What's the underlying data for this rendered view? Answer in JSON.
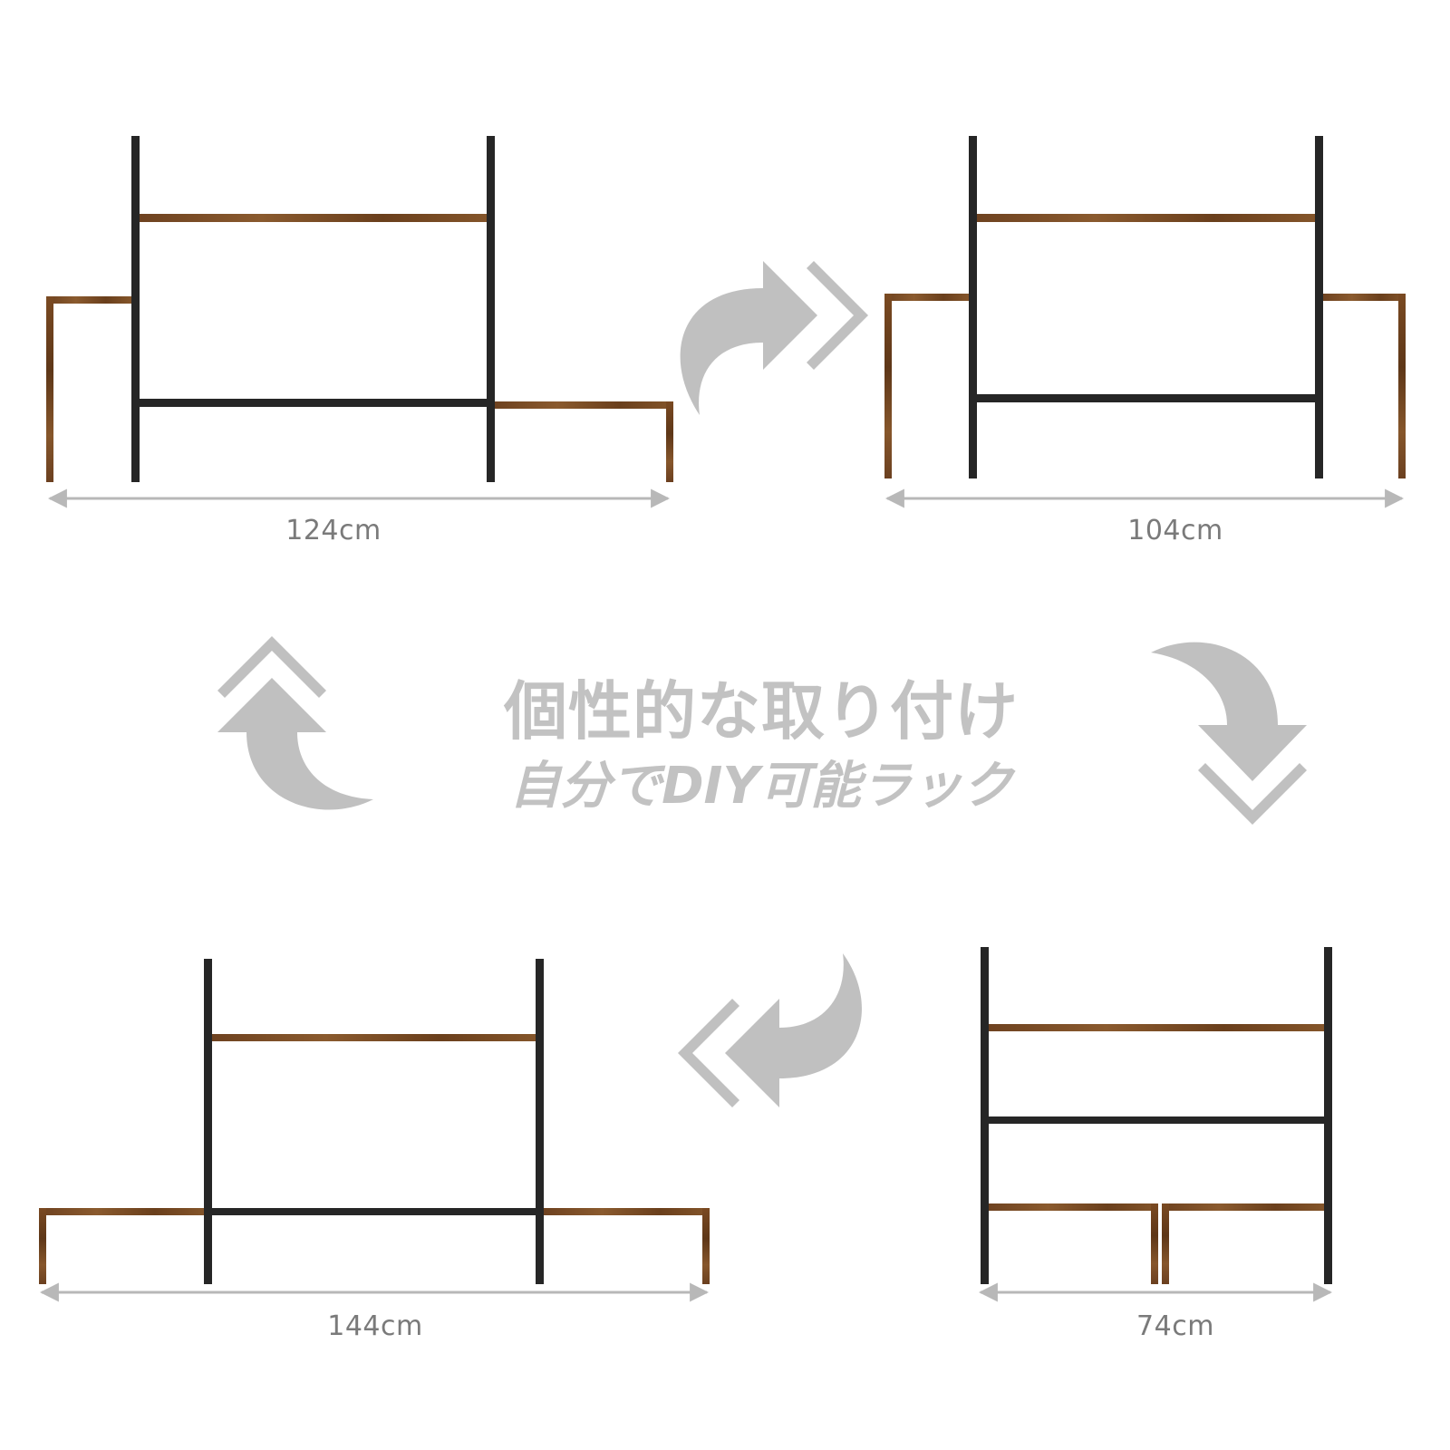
{
  "title": "個性的な取り付け",
  "subtitle": "自分でDIY可能ラック",
  "configurations": [
    {
      "id": "top-left",
      "width_label": "124cm"
    },
    {
      "id": "top-right",
      "width_label": "104cm"
    },
    {
      "id": "bottom-right",
      "width_label": "74cm"
    },
    {
      "id": "bottom-left",
      "width_label": "144cm"
    }
  ],
  "colors": {
    "frame": "#262626",
    "wood": "#7a4a22",
    "arrow": "#c0c0c0",
    "dimension_line": "#b8b8b8",
    "label": "#7a7a7a"
  }
}
